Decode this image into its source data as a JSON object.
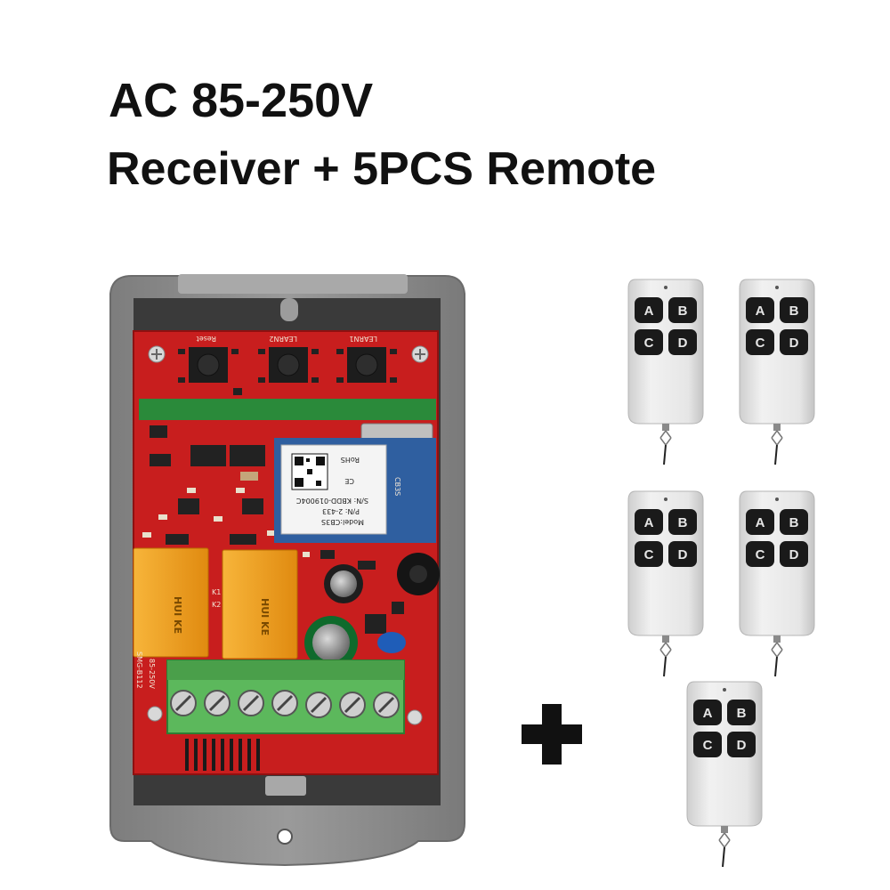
{
  "headline": {
    "line1": "AC 85-250V",
    "line2": "Receiver + 5PCS Remote"
  },
  "plus_sign": "+",
  "receiver": {
    "pcb_labels": [
      "Reset",
      "LEARN2",
      "LEARN1"
    ],
    "module_marks": {
      "rohs": "RoHS",
      "ce": "CE",
      "model": "Model:CB3S",
      "pn": "P/N: 2-433",
      "sn": "S/N: KBDD-019004C",
      "chip": "CB3S"
    },
    "relay_brand": "HUI KE",
    "voltage_mark": "85-250V",
    "board_code": "SMG-B112",
    "relay_marks": [
      "K1",
      "K2"
    ]
  },
  "remote": {
    "buttons": [
      "A",
      "B",
      "C",
      "D"
    ],
    "count": 5
  },
  "colors": {
    "pcb": "#c81e1e",
    "enclosure": "#8f8f8f",
    "relay": "#f0a020",
    "terminal": "#4caf50",
    "remote_body": "#e9e9e9",
    "remote_button": "#1a1a1a"
  }
}
